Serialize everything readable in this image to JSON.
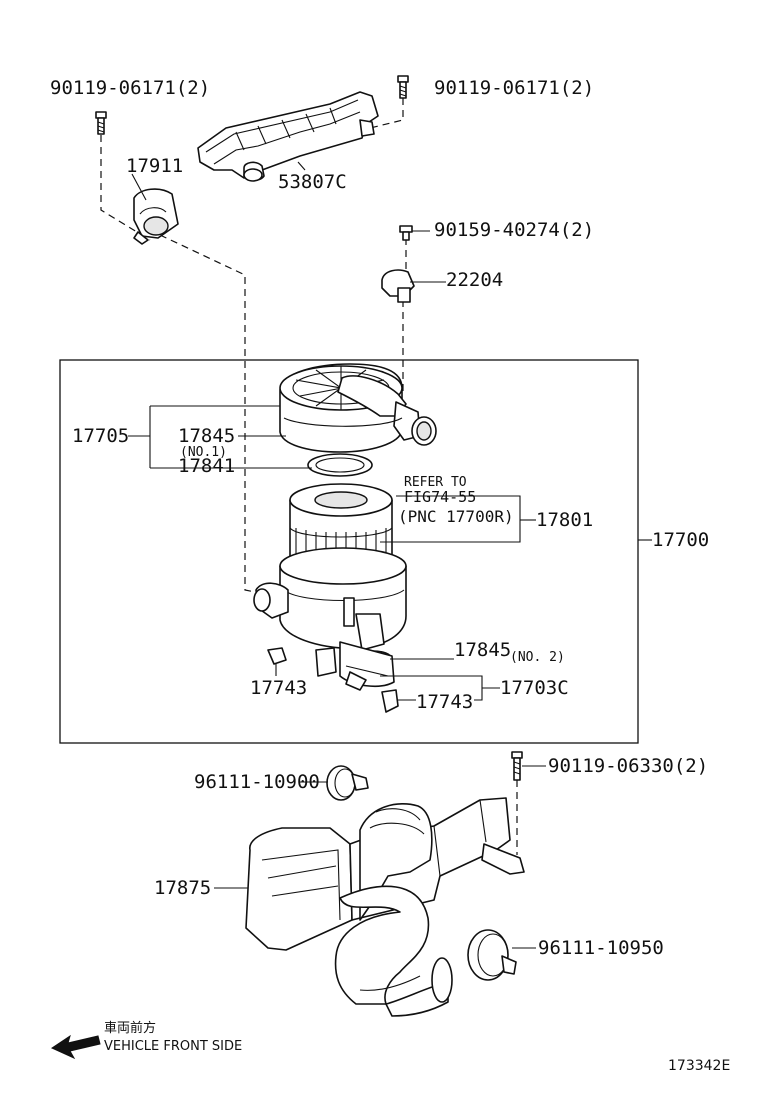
{
  "labels": {
    "bolt_top_left": "90119-06171(2)",
    "bolt_top_right": "90119-06171(2)",
    "p17911": "17911",
    "p53807c": "53807C",
    "p90159": "90159-40274(2)",
    "p22204": "22204",
    "p17705": "17705",
    "p17845_top": "17845",
    "p17845_top_note": "(NO.1)",
    "p17841": "17841",
    "refer_line1": "REFER TO",
    "refer_line2": "FIG74-55",
    "refer_line3": "(PNC 17700R)",
    "p17801": "17801",
    "p17700": "17700",
    "p17845_bottom": "17845",
    "p17845_bottom_note": "(NO. 2)",
    "p17743_left": "17743",
    "p17743_right": "17743",
    "p17703c": "17703C",
    "p96111_10900": "96111-10900",
    "p90119_06330": "90119-06330(2)",
    "p17875": "17875",
    "p96111_10950": "96111-10950",
    "front_jp": "車両前方",
    "front_en": "VEHICLE FRONT SIDE",
    "figure_id": "173342E"
  }
}
